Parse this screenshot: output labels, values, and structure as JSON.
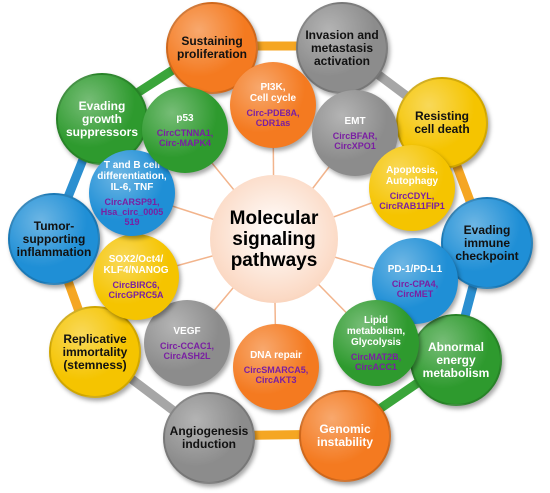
{
  "colors": {
    "orange": "#f47a20",
    "gray": "#8c8c8c",
    "yellow": "#f5c400",
    "blue": "#1f8fd6",
    "green": "#2e9a2e",
    "purple": "#7a1fa2",
    "center": "#fbd9c4",
    "spoke": "#f2b48c",
    "ring_blue": "#2b8fd0",
    "ring_orange": "#f5a623",
    "ring_gray": "#a6a6a6",
    "ring_green": "#3aa53a"
  },
  "center": {
    "lines": [
      "Molecular",
      "signaling",
      "pathways"
    ]
  },
  "hallmarks": [
    {
      "id": "sustaining-proliferation",
      "lines": [
        "Sustaining",
        "proliferation"
      ],
      "color": "orange",
      "white": false
    },
    {
      "id": "invasion-metastasis",
      "lines": [
        "Invasion and",
        "metastasis",
        "activation"
      ],
      "color": "gray",
      "white": false
    },
    {
      "id": "resisting-cell-death",
      "lines": [
        "Resisting",
        "cell death"
      ],
      "color": "yellow",
      "white": false
    },
    {
      "id": "evading-immune",
      "lines": [
        "Evading",
        "immune",
        "checkpoint"
      ],
      "color": "blue",
      "white": false
    },
    {
      "id": "abnormal-energy",
      "lines": [
        "Abnormal",
        "energy",
        "metabolism"
      ],
      "color": "green",
      "white": true
    },
    {
      "id": "genomic-instability",
      "lines": [
        "Genomic",
        "instability"
      ],
      "color": "orange",
      "white": true
    },
    {
      "id": "angiogenesis",
      "lines": [
        "Angiogenesis",
        "induction"
      ],
      "color": "gray",
      "white": false
    },
    {
      "id": "replicative-immortality",
      "lines": [
        "Replicative",
        "immortality",
        "(stemness)"
      ],
      "color": "yellow",
      "white": false
    },
    {
      "id": "tumor-inflammation",
      "lines": [
        "Tumor-",
        "supporting",
        "inflammation"
      ],
      "color": "blue",
      "white": false
    },
    {
      "id": "evading-growth-suppressors",
      "lines": [
        "Evading",
        "growth",
        "suppressors"
      ],
      "color": "green",
      "white": true
    }
  ],
  "pathways": [
    {
      "id": "pi3k",
      "title": [
        "PI3K,",
        "Cell cycle"
      ],
      "circs": [
        "Circ-PDE8A,",
        "CDR1as"
      ],
      "color": "orange",
      "circ_color": "purple"
    },
    {
      "id": "emt",
      "title": [
        "EMT"
      ],
      "circs": [
        "CircBFAR,",
        "CircXPO1"
      ],
      "color": "gray",
      "circ_color": "purple"
    },
    {
      "id": "apoptosis",
      "title": [
        "Apoptosis,",
        "Autophagy"
      ],
      "circs": [
        "CircCDYL,",
        "CircRAB11FIP1"
      ],
      "color": "yellow",
      "circ_color": "purple"
    },
    {
      "id": "pd1",
      "title": [
        "PD-1/PD-L1"
      ],
      "circs": [
        "Circ-CPA4,",
        "CircMET"
      ],
      "color": "blue",
      "circ_color": "purple"
    },
    {
      "id": "lipid",
      "title": [
        "Lipid",
        "metabolism,",
        "Glycolysis"
      ],
      "circs": [
        "CircMAT2B,",
        "CircACC1"
      ],
      "color": "green",
      "circ_color": "purple"
    },
    {
      "id": "dna-repair",
      "title": [
        "DNA repair"
      ],
      "circs": [
        "CircSMARCA5,",
        "CircAKT3"
      ],
      "color": "orange",
      "circ_color": "purple"
    },
    {
      "id": "vegf",
      "title": [
        "VEGF"
      ],
      "circs": [
        "Circ-CCAC1,",
        "CircASH2L"
      ],
      "color": "gray",
      "circ_color": "purple"
    },
    {
      "id": "sox2",
      "title": [
        "SOX2/Oct4/",
        "KLF4/NANOG"
      ],
      "circs": [
        "CircBIRC6,",
        "CircGPRC5A"
      ],
      "color": "yellow",
      "circ_color": "purple"
    },
    {
      "id": "tb-cell",
      "title": [
        "T and B cell",
        "differentiation,",
        "IL-6, TNF"
      ],
      "circs": [
        "CircARSP91,",
        "Hsa_circ_0005",
        "519"
      ],
      "color": "blue",
      "circ_color": "purple"
    },
    {
      "id": "p53",
      "title": [
        "p53"
      ],
      "circs": [
        "CircCTNNA1,",
        "Circ-MAPK4"
      ],
      "color": "green",
      "circ_color": "purple"
    }
  ]
}
